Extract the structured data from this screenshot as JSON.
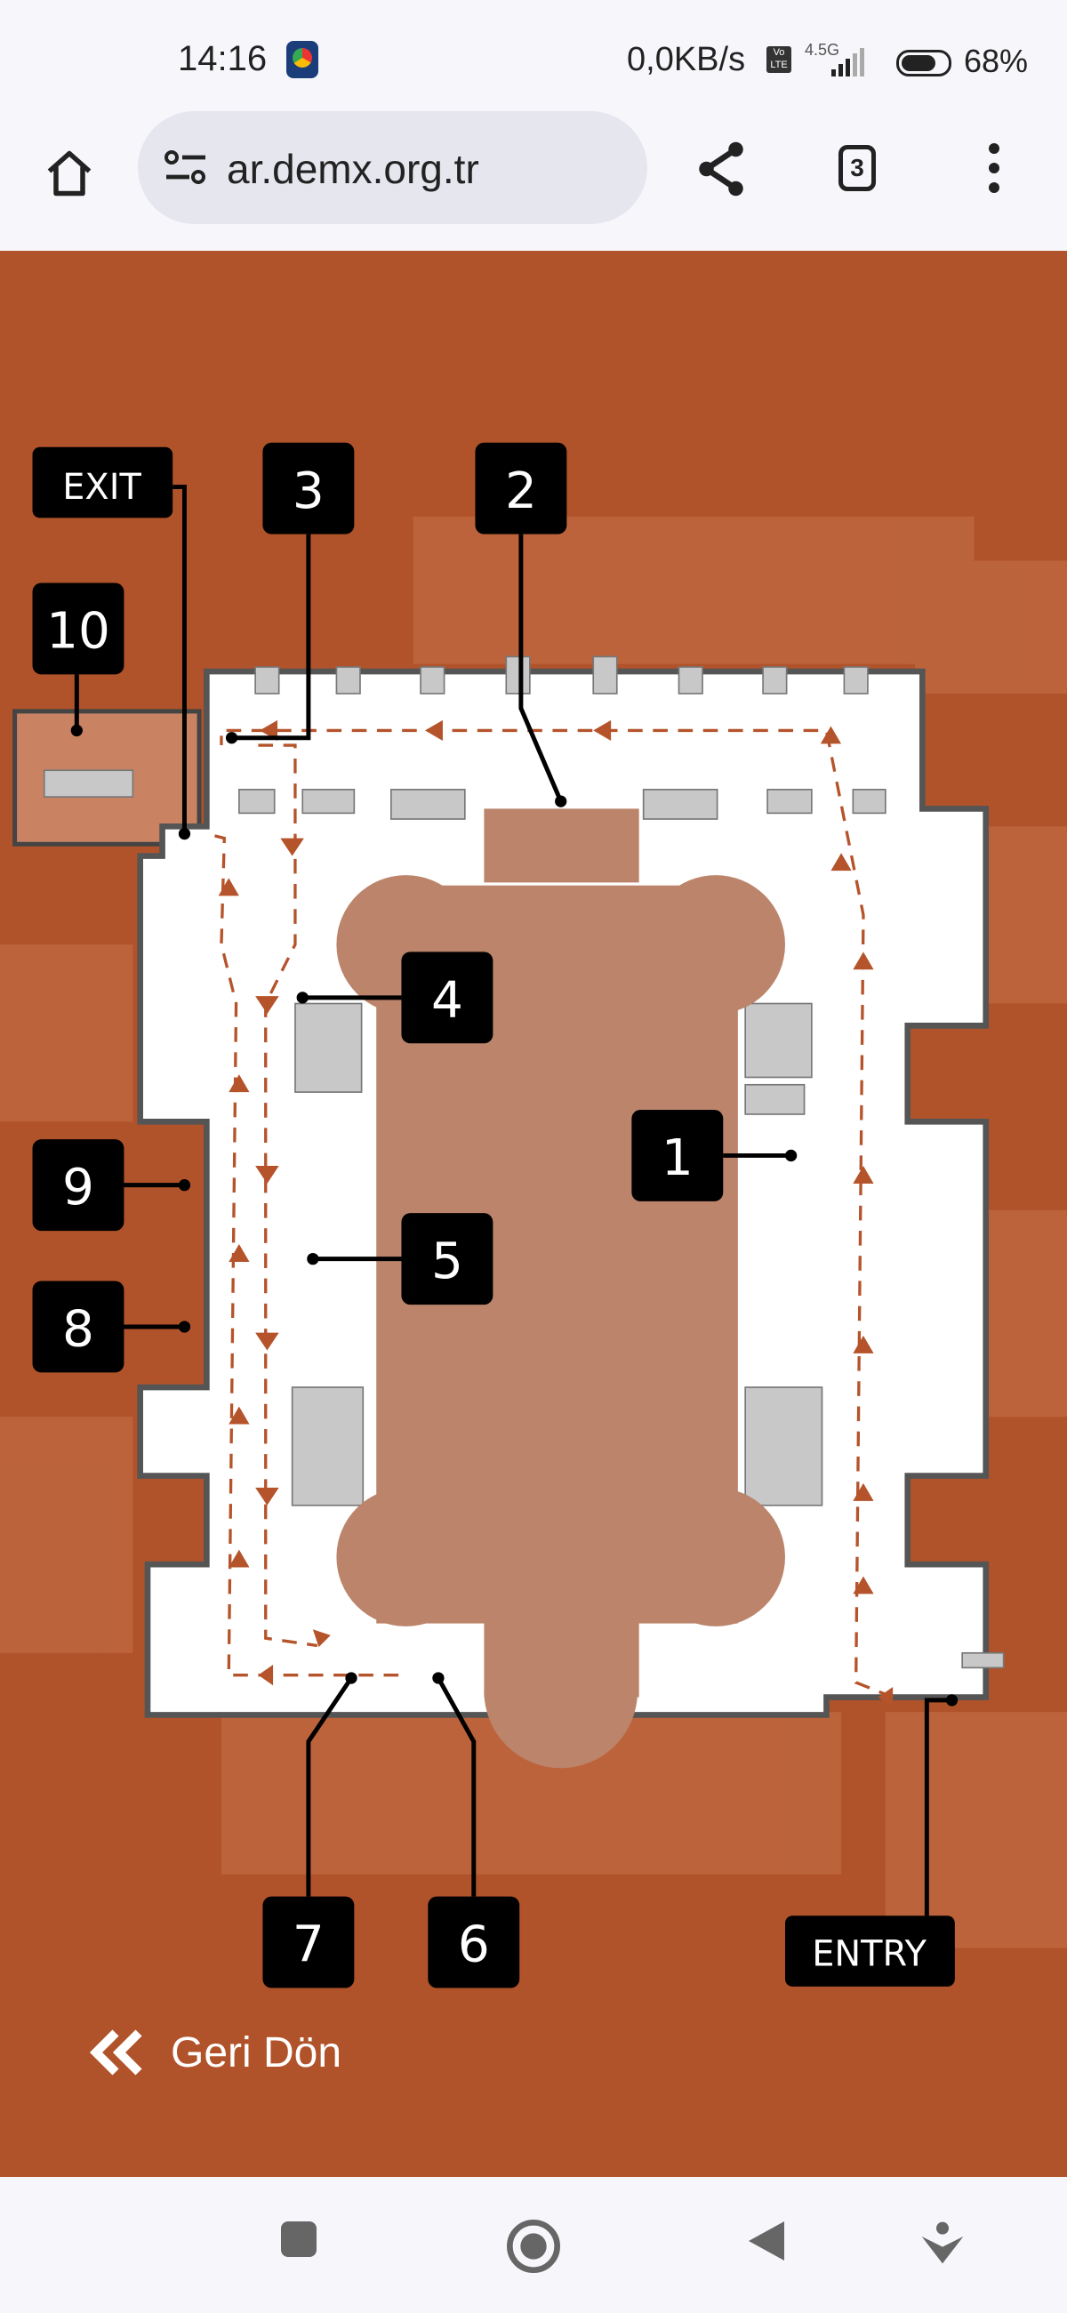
{
  "status_bar": {
    "time": "14:16",
    "network_speed": "0,0KB/s",
    "volte": "Vo LTE",
    "network_type": "4.5G",
    "battery": "68%"
  },
  "browser": {
    "url": "ar.demx.org.tr",
    "tab_count": "3"
  },
  "map": {
    "labels": {
      "exit": "EXIT",
      "entry": "ENTRY",
      "s1": "1",
      "s2": "2",
      "s3": "3",
      "s4": "4",
      "s5": "5",
      "s6": "6",
      "s7": "7",
      "s8": "8",
      "s9": "9",
      "s10": "10"
    },
    "colors": {
      "background": "#b1532a",
      "route": "#b5532a",
      "nave": "#bb846b",
      "label_bg": "#000000"
    }
  },
  "back_button": {
    "label": "Geri Dön"
  }
}
